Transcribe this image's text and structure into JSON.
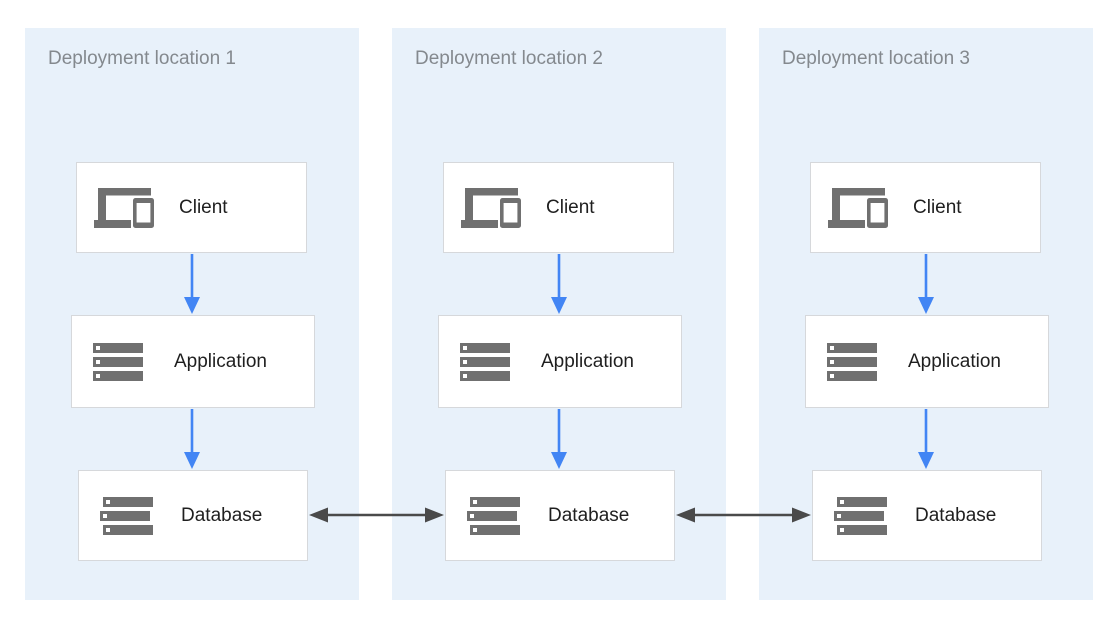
{
  "panels": [
    {
      "title": "Deployment location 1",
      "nodes": [
        {
          "icon": "client-devices-icon",
          "label": "Client"
        },
        {
          "icon": "application-server-stack-icon",
          "label": "Application"
        },
        {
          "icon": "database-server-stack-icon",
          "label": "Database"
        }
      ]
    },
    {
      "title": "Deployment location 2",
      "nodes": [
        {
          "icon": "client-devices-icon",
          "label": "Client"
        },
        {
          "icon": "application-server-stack-icon",
          "label": "Application"
        },
        {
          "icon": "database-server-stack-icon",
          "label": "Database"
        }
      ]
    },
    {
      "title": "Deployment location 3",
      "nodes": [
        {
          "icon": "client-devices-icon",
          "label": "Client"
        },
        {
          "icon": "application-server-stack-icon",
          "label": "Application"
        },
        {
          "icon": "database-server-stack-icon",
          "label": "Database"
        }
      ]
    }
  ],
  "arrows": {
    "vertical_flow_per_location": [
      "Client → Application",
      "Application → Database"
    ],
    "horizontal_replication": [
      "Database 1 ↔ Database 2",
      "Database 2 ↔ Database 3"
    ]
  },
  "colors": {
    "page_bg": "#FFFFFF",
    "panel_bg": "#E8F1FA",
    "node_bg": "#FFFFFF",
    "node_border": "#D6D8DB",
    "panel_title_text": "#84898E",
    "node_label_text": "#1F1F1F",
    "icon_gray": "#707070",
    "icon_dot": "#FFFFFF",
    "flow_arrow": "#4285F4",
    "replication_arrow": "#4A4A4A"
  }
}
